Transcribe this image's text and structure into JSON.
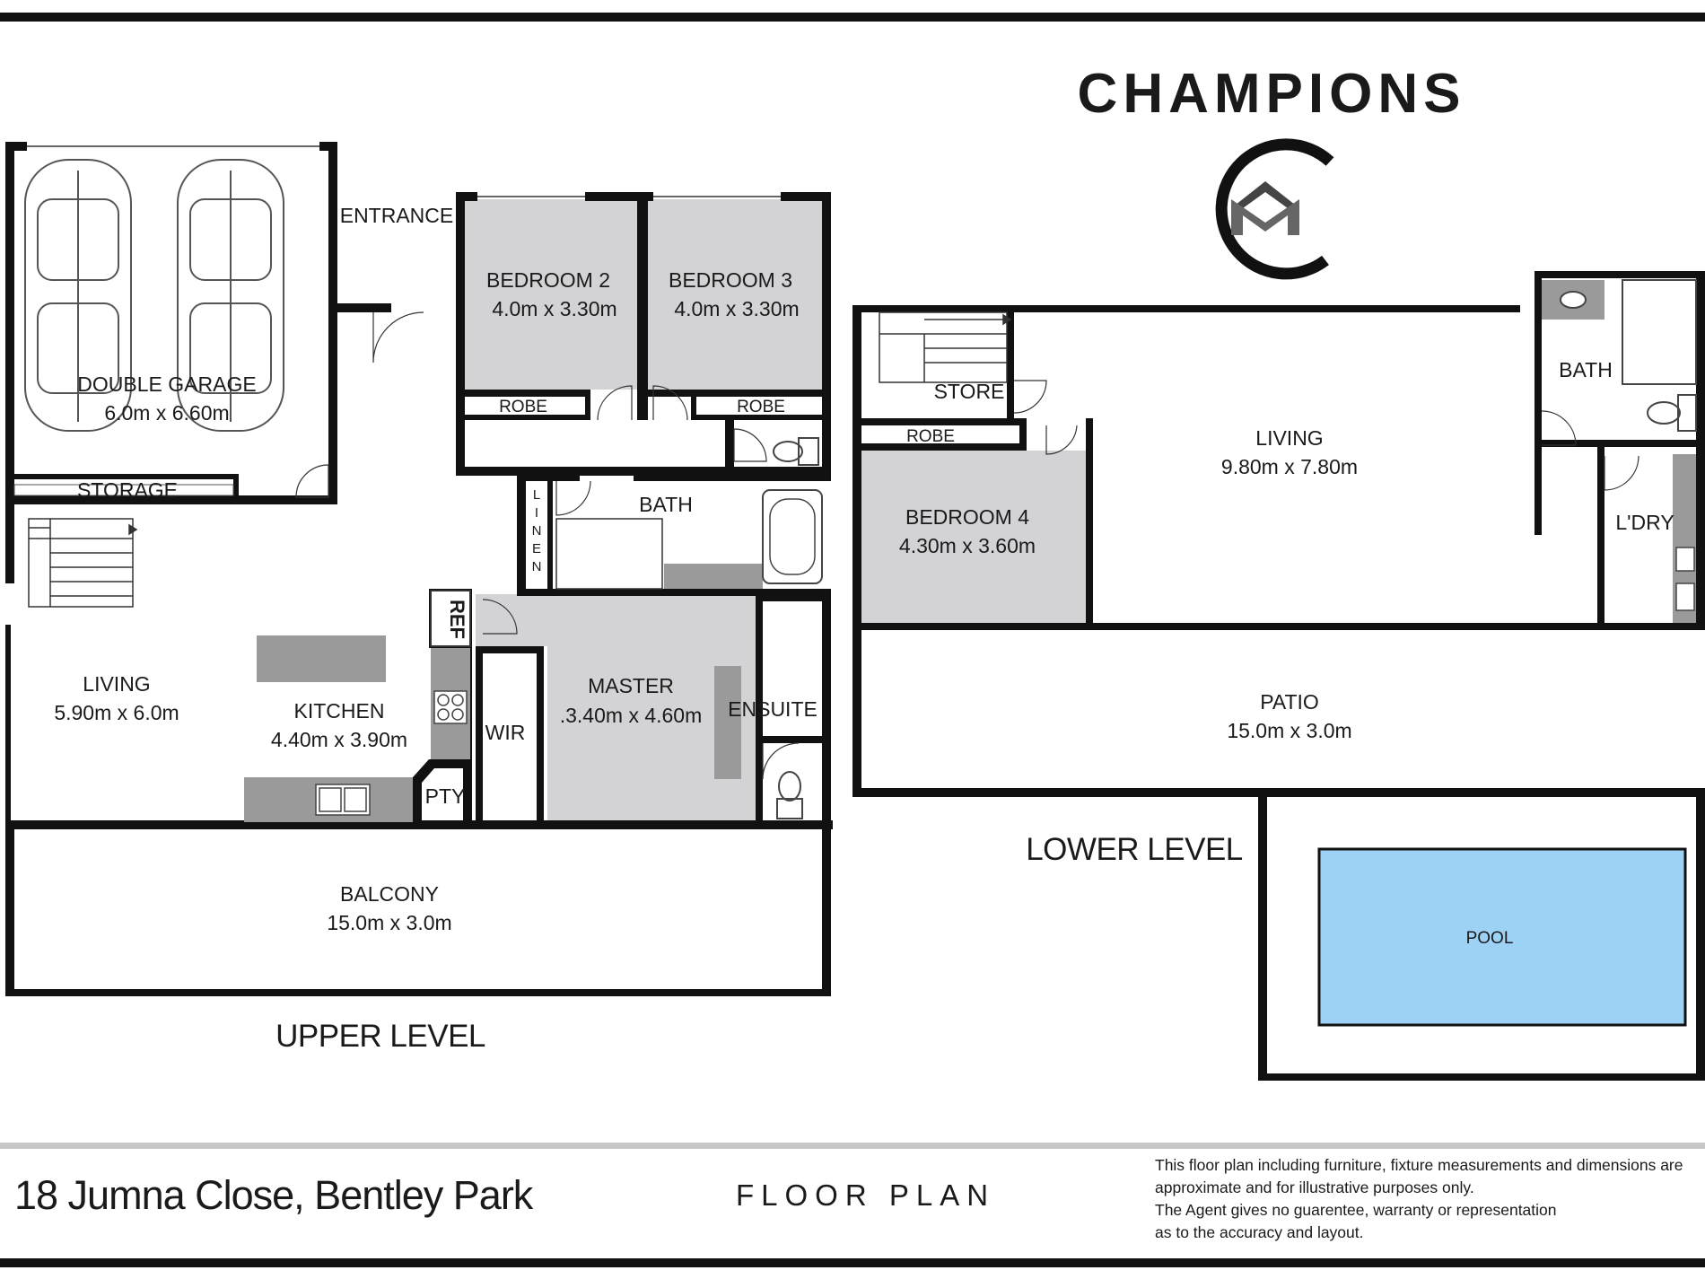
{
  "brand": {
    "name": "CHAMPIONS",
    "logo_icon": "champions-house-ring-logo"
  },
  "upper_level": {
    "label": "UPPER LEVEL",
    "rooms": {
      "garage": {
        "name": "DOUBLE GARAGE",
        "size": "6.0m x 6.60m"
      },
      "storage": {
        "name": "STORAGE"
      },
      "entrance": {
        "name": "ENTRANCE"
      },
      "bedroom2": {
        "name": "BEDROOM 2",
        "size": "4.0m x 3.30m"
      },
      "bedroom3": {
        "name": "BEDROOM 3",
        "size": "4.0m x 3.30m"
      },
      "robe1": {
        "name": "ROBE"
      },
      "robe2": {
        "name": "ROBE"
      },
      "bath": {
        "name": "BATH"
      },
      "linen": {
        "letters": [
          "L",
          "I",
          "N",
          "E",
          "N"
        ]
      },
      "living": {
        "name": "LIVING",
        "size": "5.90m x 6.0m"
      },
      "kitchen": {
        "name": "KITCHEN",
        "size": "4.40m x 3.90m"
      },
      "ref": {
        "name": "REF"
      },
      "pty": {
        "name": "PTY"
      },
      "wir": {
        "name": "WIR"
      },
      "master": {
        "name": "MASTER",
        "size": ".3.40m x 4.60m"
      },
      "ensuite": {
        "name": "ENSUITE"
      },
      "balcony": {
        "name": "BALCONY",
        "size": "15.0m x 3.0m"
      }
    }
  },
  "lower_level": {
    "label": "LOWER LEVEL",
    "rooms": {
      "store": {
        "name": "STORE"
      },
      "robe": {
        "name": "ROBE"
      },
      "bedroom4": {
        "name": "BEDROOM 4",
        "size": "4.30m x 3.60m"
      },
      "living": {
        "name": "LIVING",
        "size": "9.80m x 7.80m"
      },
      "bath": {
        "name": "BATH"
      },
      "laundry": {
        "name": "L'DRY"
      },
      "patio": {
        "name": "PATIO",
        "size": "15.0m x 3.0m"
      },
      "pool": {
        "name": "POOL"
      }
    }
  },
  "colors": {
    "wall": "#111111",
    "room_shade": "#d3d3d6",
    "pool": "#9dd2f5",
    "divider": "#c8c8c8"
  },
  "footer": {
    "address": "18 Jumna Close, Bentley Park",
    "title": "FLOOR PLAN",
    "disclaimer": [
      "This floor plan including furniture, fixture measurements and dimensions are",
      "approximate and for illustrative purposes only.",
      "The Agent gives no guarentee, warranty or representation",
      "as to the accuracy and layout."
    ]
  }
}
